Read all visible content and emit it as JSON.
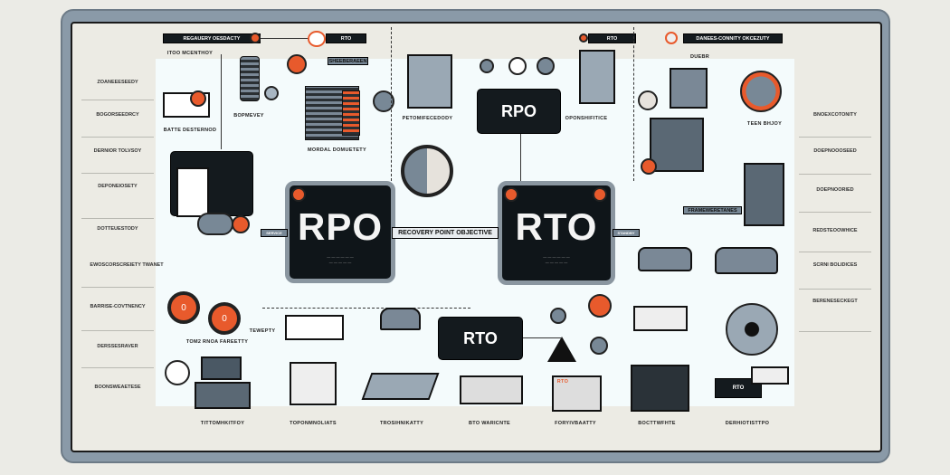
{
  "top_bar": {
    "left_label": "REGAUERY OESDACTY",
    "left_rto": "RTO",
    "right_rto": "RTO",
    "right_label": "DANEES-CONNITY OKCEZUTY"
  },
  "left_list": [
    "ZOANEEESEEDY",
    "BOGORSEEDRCY",
    "DERNIOR TOLVSOY",
    "DEPONEIOSETY",
    "DOTTEUESTODY",
    "EWOSCORSCREIETY TWANET",
    "BARRISE-COVTNENCY",
    "DERSSESRAVER",
    "BOONSWEAETESE"
  ],
  "right_list": [
    "BNOEXCOTONITY",
    "DOEPNOOOSEED",
    "DOEPNOORIED",
    "REDSTEOOWHICE",
    "SCRNI BOLIDICES",
    "BERENESECKEGT"
  ],
  "labels": {
    "l1": "ITOO MCENTHOY",
    "l2": "BATTE DESTERNOD",
    "l3": "BOPMEVEY",
    "l4": "SHEEBERAEEN",
    "l5": "MORDAL DOMUETETY",
    "l6": "PETOMIFECEDODY",
    "l7": "OPONSHIFITICE",
    "l8": "TEEN BHJOY",
    "l9": "TOM2 RNOA FAREETTY",
    "l10": "TEWEPTY",
    "l11": "FRAMEWERETANES",
    "l12": "DUEBR"
  },
  "main": {
    "rpo": "RPO",
    "rto": "RTO",
    "banner": "RECOVERY POINT OBJECTIVE",
    "small_rpo": "RPO",
    "small_rto": "RTO",
    "truck_label": "RTO",
    "doc_label": "RTO",
    "left_tag": "SERVICE",
    "right_tag": "STANDBY"
  },
  "bottom_labels": [
    "TITTOMHKITFOY",
    "TOPONMNOLIATS",
    "TROSIHNIKATTY",
    "BTO WARICNTE",
    "FORYIVBAATTY",
    "BOCTTWFHTE",
    "DERHIOTISTTPO"
  ],
  "gauge_values": [
    "0",
    "0"
  ],
  "colors": {
    "accent": "#e85a2c",
    "dark": "#141a1e",
    "steel": "#7a8896"
  }
}
